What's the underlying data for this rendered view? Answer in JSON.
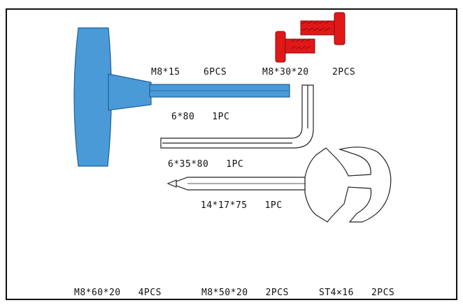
{
  "parts": {
    "screw_m8x15": {
      "size": "M8*15",
      "qty": "6PCS"
    },
    "bolt_m8x30x20": {
      "size": "M8*30*20",
      "qty": "2PCS"
    },
    "hex_key_6x80": {
      "size": "6*80",
      "qty": "1PC"
    },
    "hex_key_6x35x80": {
      "size": "6*35*80",
      "qty": "1PC"
    },
    "screwdriver_14x17x75": {
      "size": "14*17*75",
      "qty": "1PC"
    },
    "bolt_m8x60x20": {
      "size": "M8*60*20",
      "qty": "4PCS"
    },
    "bolt_m8x50x20": {
      "size": "M8*50*20",
      "qty": "2PCS"
    },
    "screw_st4x16": {
      "size": "ST4×16",
      "qty": "2PCS"
    }
  },
  "colors": {
    "handle_blue": "#4a9ad8",
    "bolt_red": "#e01818",
    "outline": "#222222"
  }
}
